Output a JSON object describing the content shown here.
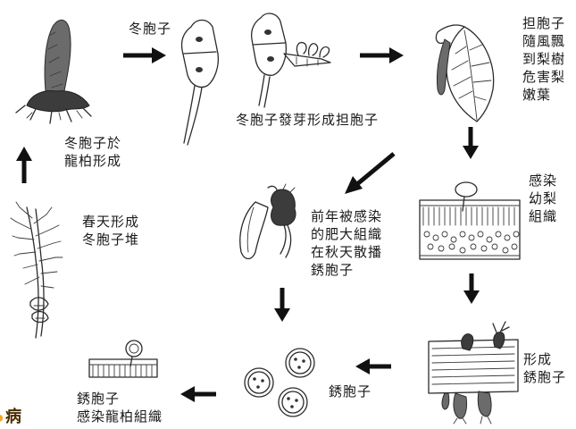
{
  "colors": {
    "ink": "#2b2b2b",
    "arrow": "#111111",
    "badge": "#f5a52a",
    "badge_edge": "#f8c26a"
  },
  "labels": {
    "teliospore": "冬胞子",
    "teliospore_germination": "冬胞子發芽形成担胞子",
    "basidiospore_wind": "担胞子\n隨風飄\n到梨樹\n危害梨\n嫩葉",
    "infect_young_pear": "感染\n幼梨\n組織",
    "form_aeciospore": "形成\n銹胞子",
    "aeciospore": "銹胞子",
    "aeciospore_infect_juniper": "銹胞子\n感染龍柏組織",
    "teliospore_on_juniper": "冬胞子於\n龍柏形成",
    "spring_teliospore_mass": "春天形成\n冬胞子堆",
    "autumn_disperse": "前年被感染\n的肥大組織\n在秋天散播\n銹胞子",
    "badge": "病"
  },
  "icons": [
    "teliospore-horn-icon",
    "two-celled-teliospore-icon",
    "germinating-teliospore-icon",
    "infected-pear-leaf-icon",
    "pear-leaf-section-icon",
    "aecia-section-icon",
    "aeciospores-icon",
    "swollen-gall-icon",
    "juniper-branch-icon",
    "juniper-infected-tissue-icon"
  ]
}
